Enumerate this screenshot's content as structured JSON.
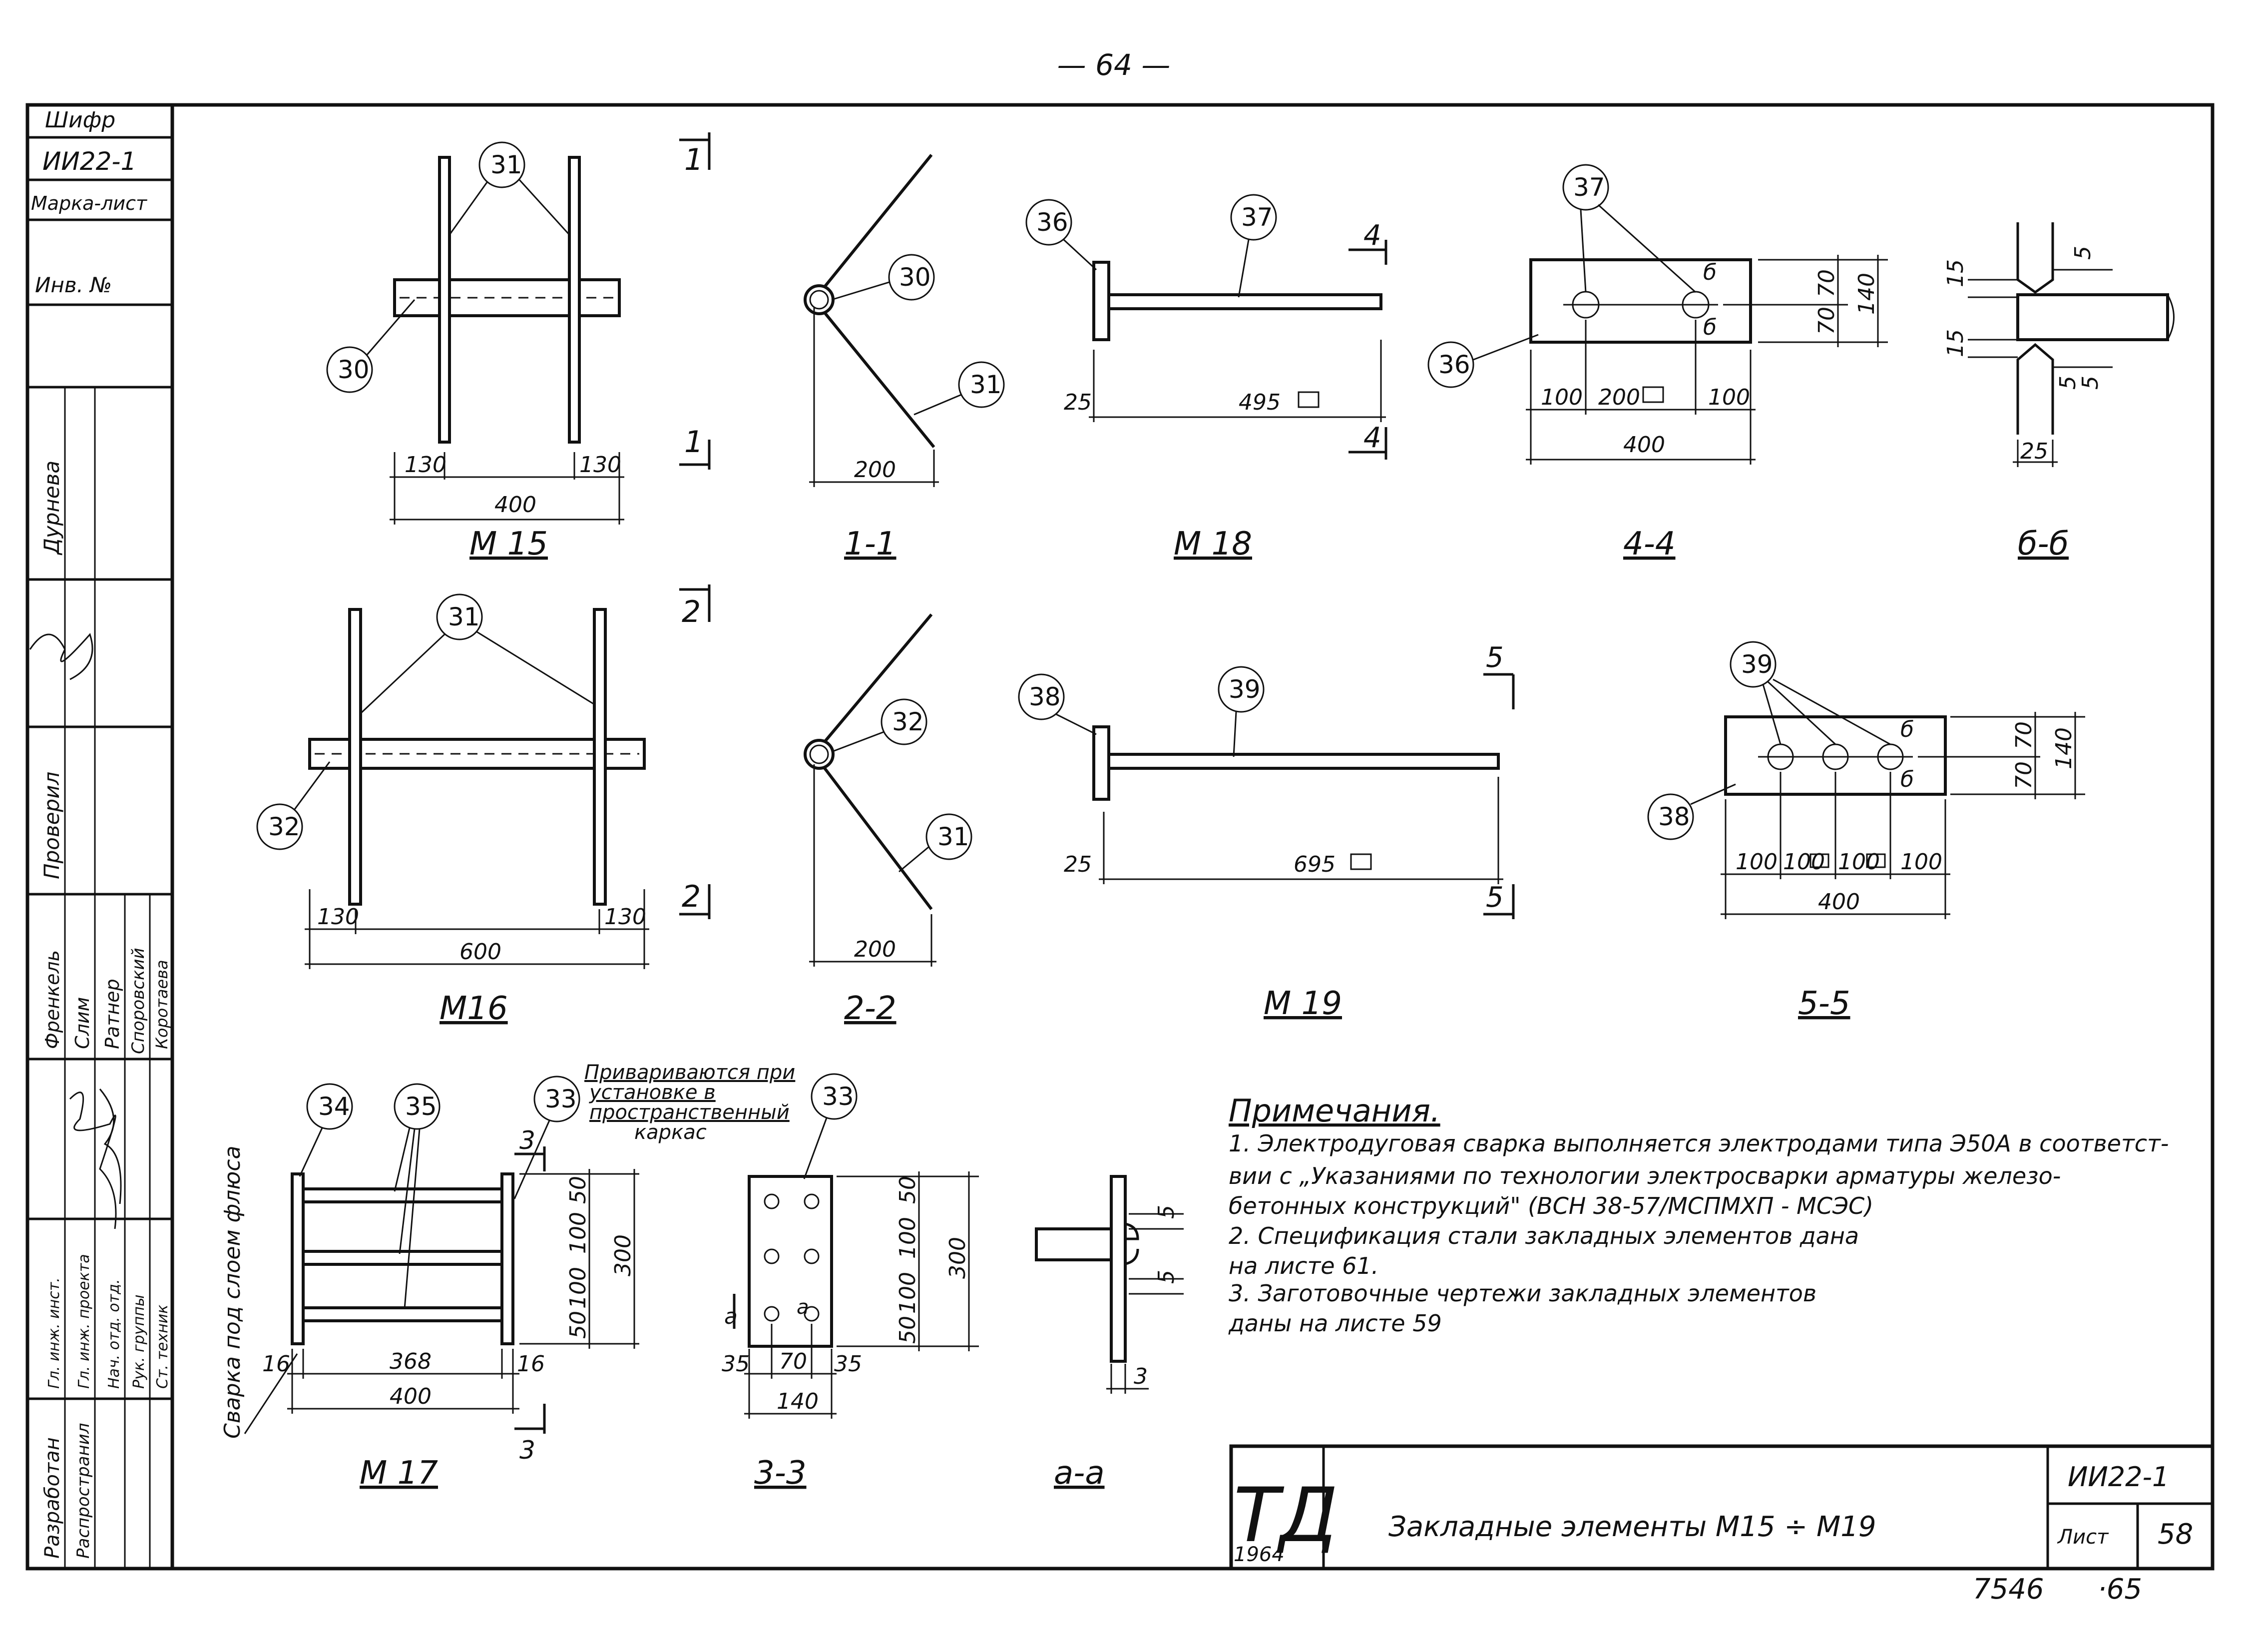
{
  "sheet": {
    "page_number": "— 64 —",
    "bottom_number_left": "7546",
    "bottom_number_right": "·65"
  },
  "side_stamp": {
    "cipher_label": "Шифр",
    "cipher_value": "ИИ22-1",
    "mark_label": "Марка-лист",
    "inv_label": "Инв. №",
    "roles": [
      "Разработан",
      "Гл. инж. инст.",
      "Гл. инж. проекта",
      "Нач. отд. отд.",
      "Рук. группы",
      "Ст. техник"
    ],
    "names": [
      "Дурнева",
      "Проверил",
      "Френкель",
      "Слим",
      "Ратнер",
      "Споровский",
      "Коротаева",
      "Распространил"
    ]
  },
  "labels": {
    "m15": "М 15",
    "s11": "1-1",
    "m18": "М 18",
    "s44": "4-4",
    "sbb": "б-б",
    "m16": "М16",
    "s22": "2-2",
    "m19": "М 19",
    "s55": "5-5",
    "m17": "М 17",
    "s33": "3-3",
    "saa": "а-а"
  },
  "callouts": [
    "30",
    "31",
    "32",
    "33",
    "34",
    "35",
    "36",
    "37",
    "38",
    "39"
  ],
  "dims": {
    "m15": [
      "130",
      "130",
      "400"
    ],
    "s11": "200",
    "m18": [
      "25",
      "495"
    ],
    "s44": [
      "100",
      "200",
      "100",
      "400",
      "70",
      "70",
      "140"
    ],
    "sbb": [
      "15",
      "15",
      "5",
      "5",
      "5",
      "25"
    ],
    "m16": [
      "130",
      "130",
      "600"
    ],
    "s22": "200",
    "m19": [
      "25",
      "695"
    ],
    "s55": [
      "100",
      "100",
      "100",
      "100",
      "400",
      "70",
      "70",
      "140"
    ],
    "m17": [
      "368",
      "400",
      "16",
      "16",
      "50",
      "100",
      "100",
      "50",
      "300"
    ],
    "s33": [
      "35",
      "70",
      "35",
      "140",
      "50",
      "100",
      "100",
      "50",
      "300"
    ],
    "saa": [
      "5",
      "5",
      "3"
    ]
  },
  "annotations": {
    "weld_note": [
      "Привариваются при",
      "установке в",
      "пространственный",
      "каркас"
    ],
    "flux_note": "Сварка под слоем флюса"
  },
  "notes": {
    "heading": "Примечания.",
    "lines": [
      "1. Электродуговая сварка выполняется электродами типа Э50А в соответст-",
      "вии с „Указаниями по технологии электросварки арматуры железо-",
      "бетонных конструкций\" (ВСН 38-57/МСПМХП - МСЭС)",
      "2. Спецификация стали закладных элементов дана",
      "на листе 61.",
      "3. Заготовочные чертежи закладных элементов",
      "даны на листе 59"
    ]
  },
  "title_block": {
    "logo": "ТД",
    "year": "1964",
    "title": "Закладные элементы М15 ÷ М19",
    "code": "ИИ22-1",
    "sheet_label": "Лист",
    "sheet_value": "58"
  }
}
